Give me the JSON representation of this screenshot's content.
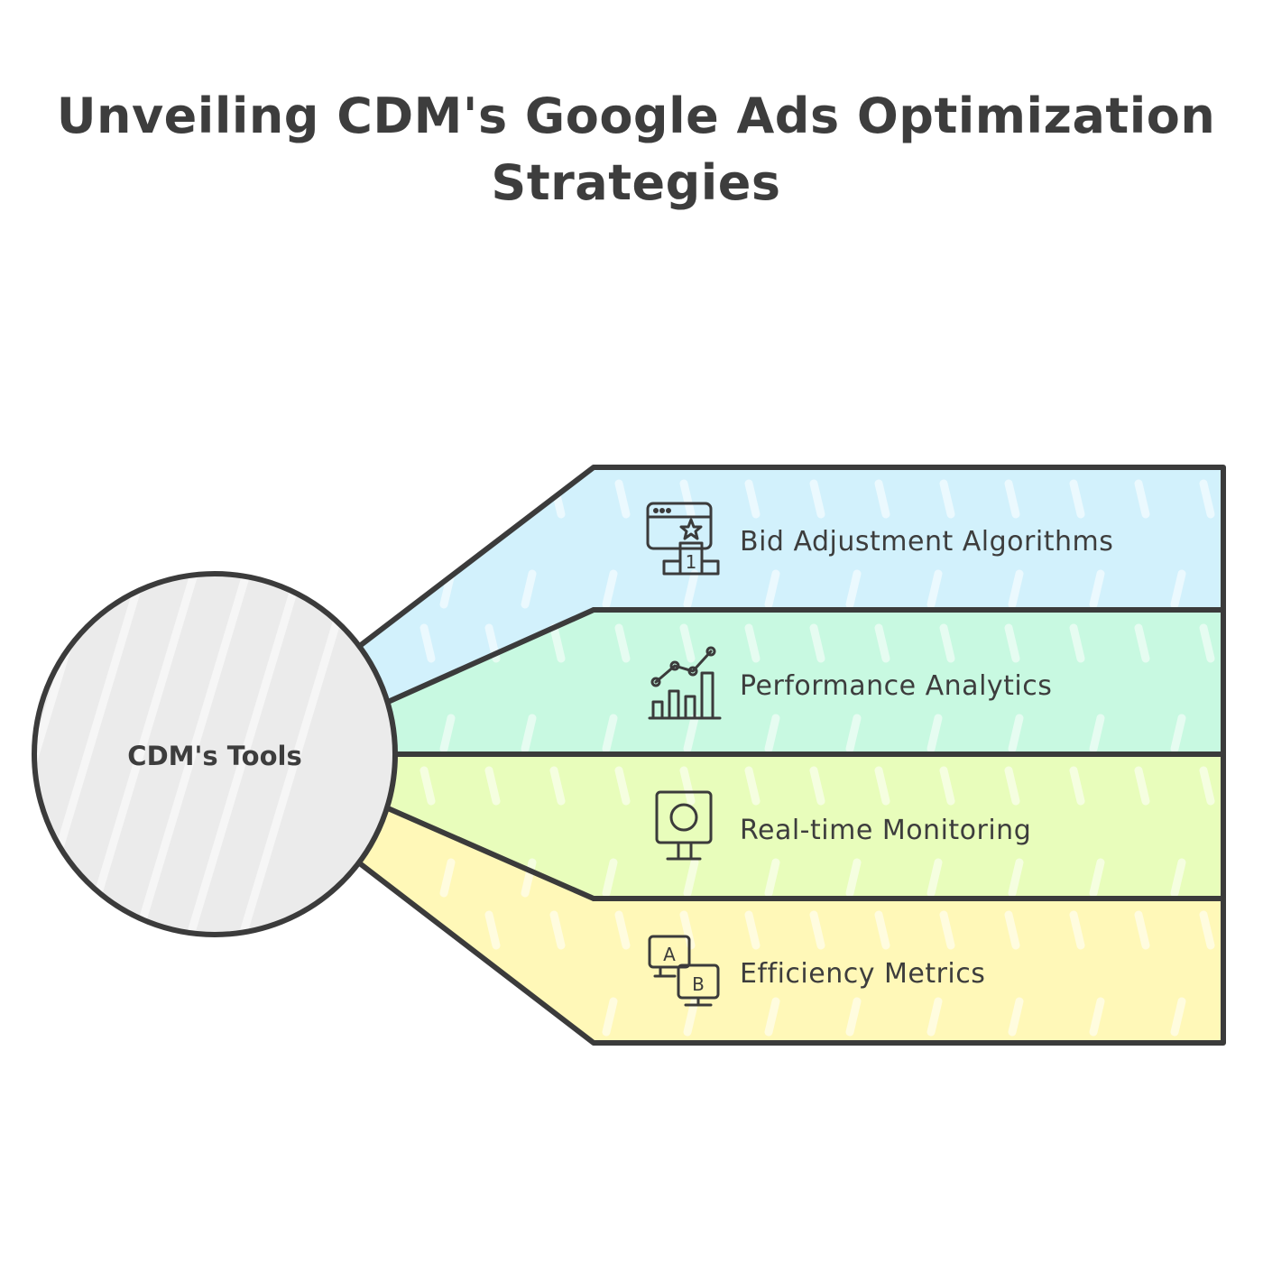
{
  "title": "Unveiling CDM's Google Ads Optimization Strategies",
  "center": {
    "label": "CDM's Tools",
    "color": "#ebebeb"
  },
  "items": [
    {
      "label": "Bid Adjustment Algorithms",
      "icon": "ranking-podium-icon",
      "color": "#d2f1fc"
    },
    {
      "label": "Performance Analytics",
      "icon": "line-bar-chart-icon",
      "color": "#c8f9e1"
    },
    {
      "label": "Real-time Monitoring",
      "icon": "monitor-icon",
      "color": "#e8fdbb"
    },
    {
      "label": "Efficiency Metrics",
      "icon": "ab-test-icon",
      "color": "#fff8b8"
    }
  ],
  "icon_labels": {
    "podium_number": "1",
    "ab_a": "A",
    "ab_b": "B"
  }
}
